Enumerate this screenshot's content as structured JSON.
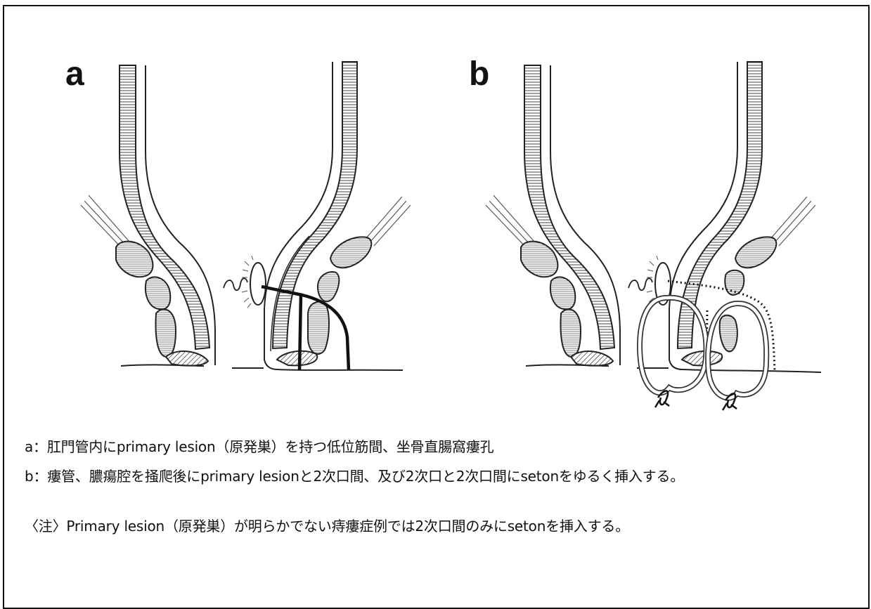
{
  "panels": [
    {
      "label": "a"
    },
    {
      "label": "b"
    }
  ],
  "captions": {
    "a": "a：肛門管内にprimary lesion（原発巣）を持つ低位筋間、坐骨直腸窩瘻孔",
    "b": "b：瘻管、膿瘍腔を掻爬後にprimary lesionと2次口間、及び2次口と2次口間にsetonをゆるく挿入する。",
    "note": "〈注〉Primary lesion（原発巣）が明らかでない痔瘻症例では2次口間のみにsetonを挿入する。"
  }
}
